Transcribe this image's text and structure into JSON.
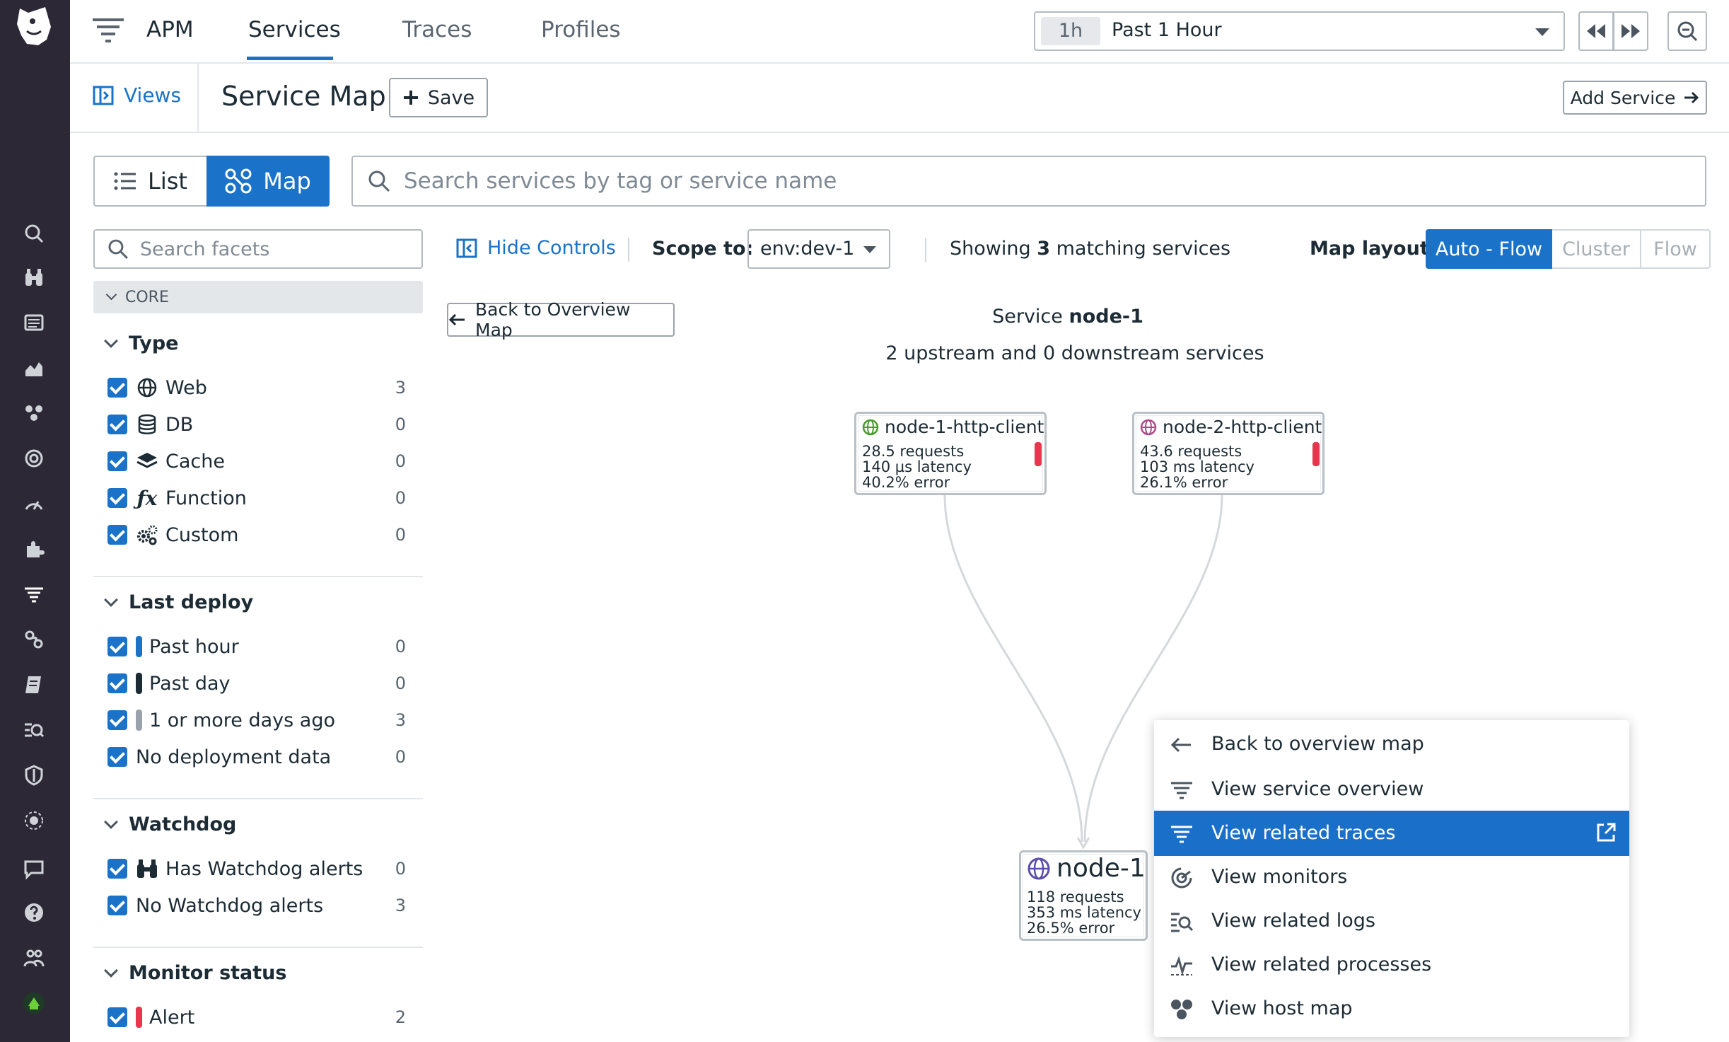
{
  "colors": {
    "accent": "#1a73c8",
    "nav_bg": "#2c2836",
    "error": "#e8364f",
    "deploy_dark": "#1c2b34",
    "deploy_gray": "#9aa3ab"
  },
  "topbar": {
    "app_name": "APM",
    "tabs": [
      {
        "label": "Services",
        "active": true
      },
      {
        "label": "Traces",
        "active": false
      },
      {
        "label": "Profiles",
        "active": false
      }
    ],
    "time_chip": "1h",
    "time_label": "Past 1 Hour"
  },
  "subheader": {
    "views_label": "Views",
    "title": "Service Map",
    "save_label": "Save",
    "add_service_label": "Add Service"
  },
  "toggle": {
    "list_label": "List",
    "map_label": "Map",
    "active": "Map"
  },
  "search": {
    "placeholder": "Search services by tag or service name"
  },
  "facets": {
    "search_placeholder": "Search facets",
    "section_label": "CORE",
    "groups": [
      {
        "title": "Type",
        "items": [
          {
            "label": "Web",
            "count": "3",
            "icon": "globe-icon"
          },
          {
            "label": "DB",
            "count": "0",
            "icon": "database-icon"
          },
          {
            "label": "Cache",
            "count": "0",
            "icon": "layers-icon"
          },
          {
            "label": "Function",
            "count": "0",
            "icon": "function-icon"
          },
          {
            "label": "Custom",
            "count": "0",
            "icon": "gears-icon"
          }
        ]
      },
      {
        "title": "Last deploy",
        "items": [
          {
            "label": "Past hour",
            "count": "0",
            "color": "#1a73c8"
          },
          {
            "label": "Past day",
            "count": "0",
            "color": "#1c2b34"
          },
          {
            "label": "1 or more days ago",
            "count": "3",
            "color": "#9aa3ab"
          },
          {
            "label": "No deployment data",
            "count": "0"
          }
        ]
      },
      {
        "title": "Watchdog",
        "items": [
          {
            "label": "Has Watchdog alerts",
            "count": "0",
            "icon": "binoculars-icon"
          },
          {
            "label": "No Watchdog alerts",
            "count": "3"
          }
        ]
      },
      {
        "title": "Monitor status",
        "items": [
          {
            "label": "Alert",
            "count": "2",
            "color": "#e8364f"
          }
        ]
      }
    ]
  },
  "controls": {
    "hide_controls_label": "Hide Controls",
    "scope_label": "Scope to:",
    "scope_value": "env:dev-1",
    "showing_prefix": "Showing",
    "showing_count": "3",
    "showing_suffix": "matching services",
    "layout_label": "Map layout:",
    "layouts": [
      {
        "label": "Auto - Flow",
        "active": true
      },
      {
        "label": "Cluster",
        "active": false
      },
      {
        "label": "Flow",
        "active": false
      }
    ]
  },
  "map": {
    "back_label": "Back to Overview Map",
    "service_prefix": "Service",
    "service_name": "node-1",
    "subtitle": "2 upstream and 0 downstream services",
    "nodes": [
      {
        "name": "node-1-http-client",
        "requests": "28.5 requests",
        "latency": "140 µs latency",
        "error": "40.2% error",
        "icon_color": "#4a9b2f"
      },
      {
        "name": "node-2-http-client",
        "requests": "43.6 requests",
        "latency": "103 ms latency",
        "error": "26.1% error",
        "icon_color": "#b04a8a"
      },
      {
        "name": "node-1",
        "requests": "118 requests",
        "latency": "353 ms latency",
        "error": "26.5% error",
        "icon_color": "#5a4fa8"
      }
    ]
  },
  "context_menu": {
    "items": [
      {
        "label": "Back to overview map",
        "icon": "arrow-left-icon",
        "active": false
      },
      {
        "label": "View service overview",
        "icon": "apm-icon",
        "active": false
      },
      {
        "label": "View related traces",
        "icon": "apm-icon",
        "active": true
      },
      {
        "label": "View monitors",
        "icon": "monitor-icon",
        "active": false
      },
      {
        "label": "View related logs",
        "icon": "logs-icon",
        "active": false
      },
      {
        "label": "View related processes",
        "icon": "processes-icon",
        "active": false
      },
      {
        "label": "View host map",
        "icon": "hostmap-icon",
        "active": false
      }
    ]
  }
}
